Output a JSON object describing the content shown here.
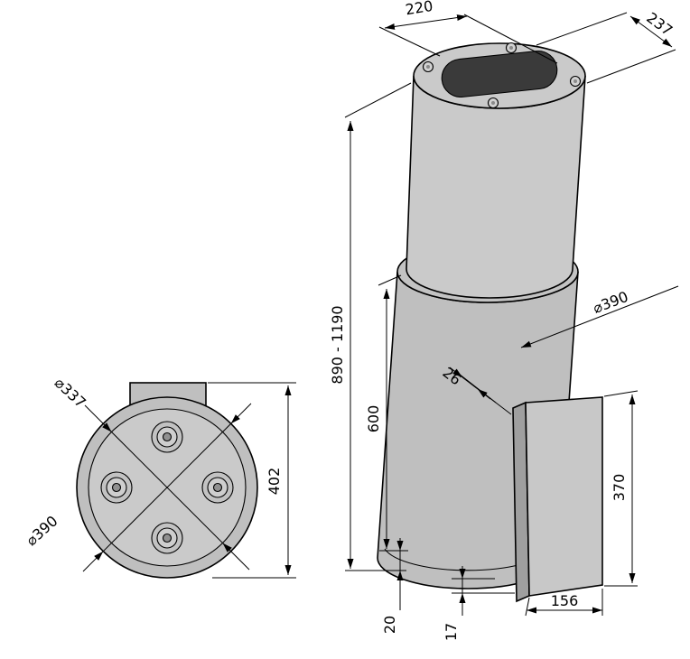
{
  "side_view": {
    "top_width": "220",
    "top_depth": "237",
    "total_height": "890 - 1190",
    "body_diameter": "⌀390",
    "lower_section_height": "600",
    "panel_offset": "26",
    "panel_height": "370",
    "panel_width": "156",
    "bottom_rim_height": "20",
    "bottom_inset": "17"
  },
  "bottom_view": {
    "inner_diameter": "⌀337",
    "outer_diameter": "⌀390",
    "overall_depth": "402"
  },
  "colors": {
    "body_fill": "#bfbfbf",
    "body_fill_light": "#cacaca",
    "seam_fill": "#c3c3c3",
    "panel_front_fill": "#c8c8c8",
    "panel_side_fill": "#9f9f9f",
    "opening_fill": "#3a3a3a",
    "hole_fill": "#d2d2d2",
    "hub_fill": "#909090",
    "line": "#000000",
    "background": "#ffffff"
  }
}
